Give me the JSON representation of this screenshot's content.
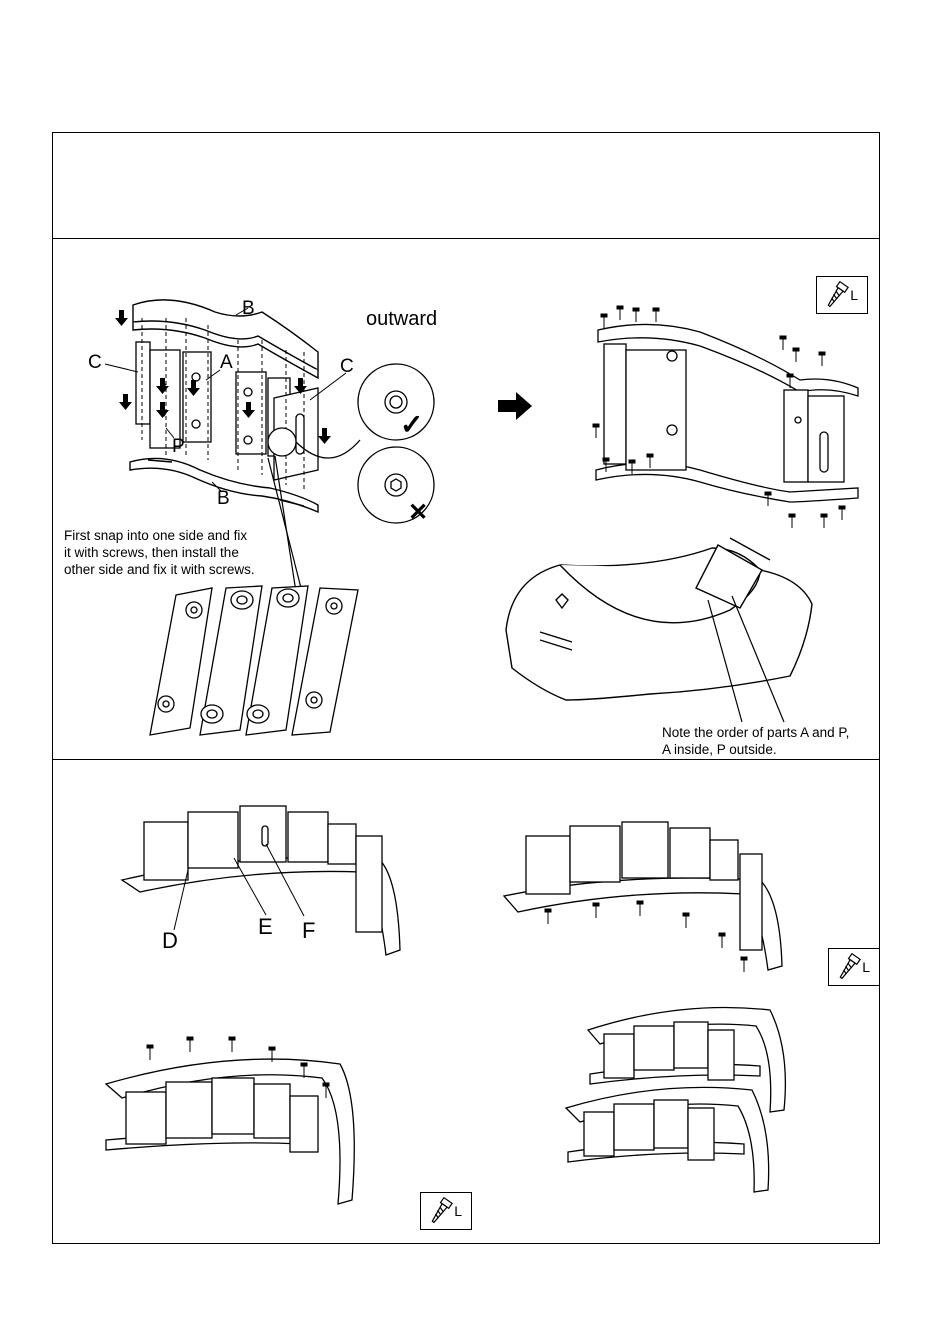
{
  "step1": {
    "outward_label": "outward",
    "instruction_text": "First snap into one side and fix it with screws, then install the other side and fix it with screws.",
    "instruction_lines": [
      "First snap into one side and fix",
      "it with screws, then install the",
      "other side and fix it with screws."
    ],
    "note_lines": [
      "Note the order of parts A and P,",
      "A inside, P outside."
    ],
    "parts": {
      "b_top": "B",
      "b_bottom": "B",
      "c_left": "C",
      "c_right": "C",
      "a": "A",
      "p": "P"
    },
    "screw_label": "L",
    "correct_mark": "✓",
    "wrong_mark": "✕"
  },
  "step2": {
    "parts": {
      "d": "D",
      "e": "E",
      "f": "F"
    },
    "screw_label_1": "L",
    "screw_label_2": "L"
  },
  "icons": [
    "screw-icon",
    "arrow-right-icon",
    "arrow-down-icon",
    "check-icon",
    "cross-icon"
  ]
}
